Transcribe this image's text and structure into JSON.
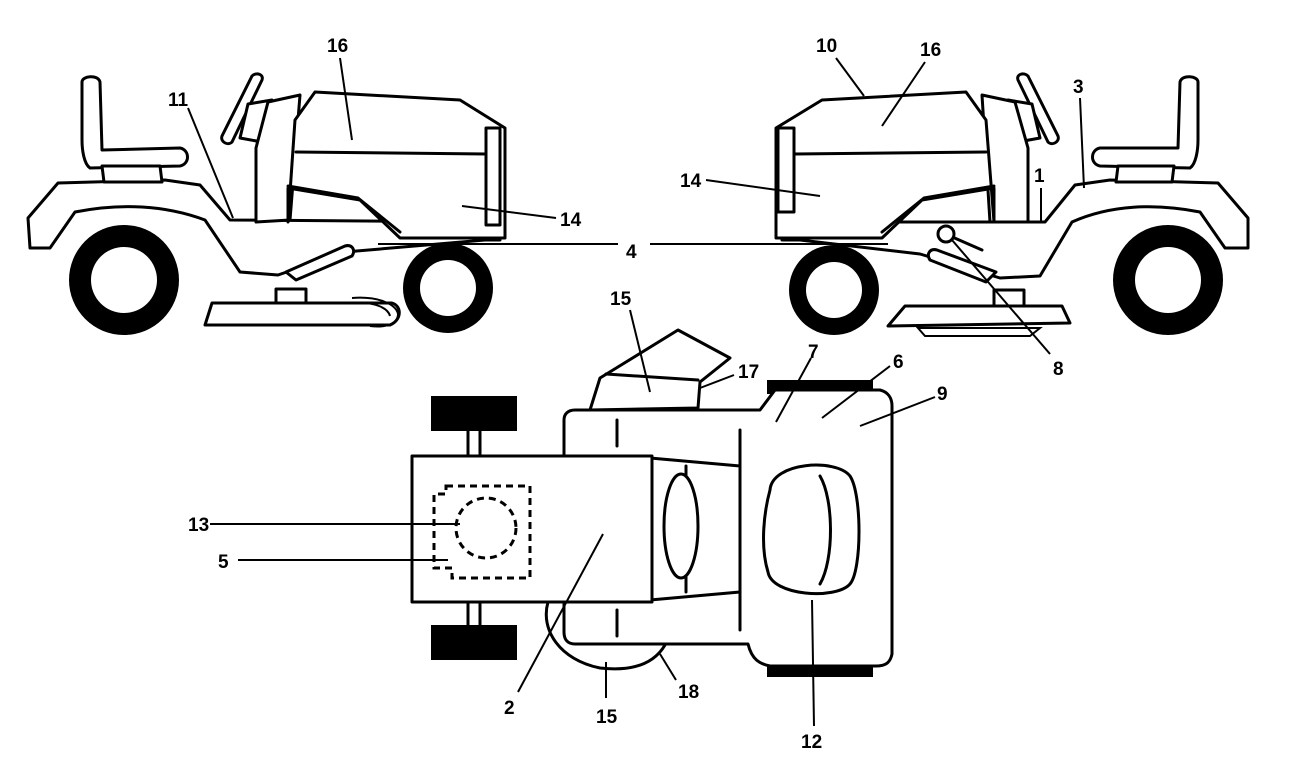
{
  "callouts": {
    "c1": "1",
    "c2": "2",
    "c3": "3",
    "c4": "4",
    "c5": "5",
    "c6": "6",
    "c7": "7",
    "c8": "8",
    "c9": "9",
    "c10": "10",
    "c11": "11",
    "c12": "12",
    "c13": "13",
    "c14_left": "14",
    "c14_right": "14",
    "c15_top": "15",
    "c15_bottom": "15",
    "c16_left": "16",
    "c16_right": "16",
    "c17": "17",
    "c18": "18"
  },
  "colors": {
    "ink": "#000000",
    "paper": "#ffffff"
  }
}
